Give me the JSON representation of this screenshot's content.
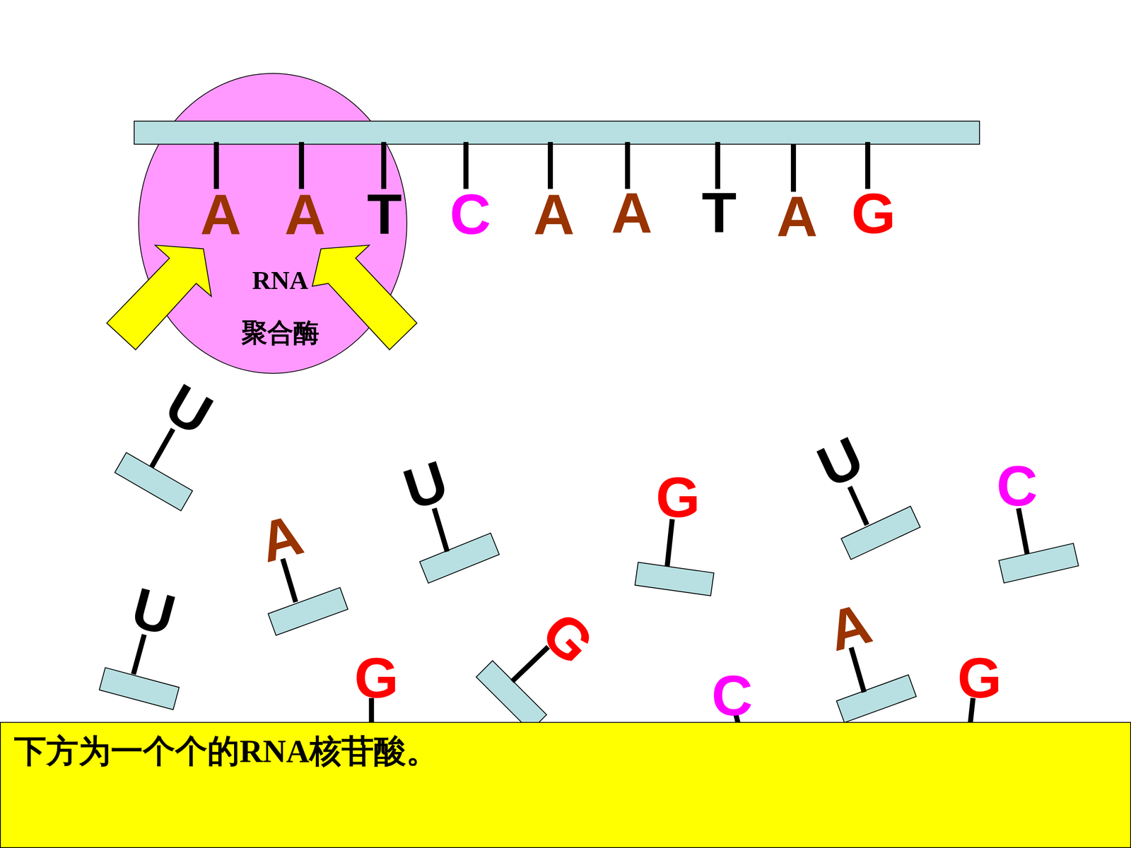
{
  "diagram": {
    "nodes": [
      {
        "text": [
          "RNA 聚合酶"
        ]
      },
      {
        "text": [
          "下方为一个个的RNA核苷酸。"
        ]
      }
    ],
    "labels": [
      "A",
      "A",
      "T",
      "C",
      "A",
      "A",
      "T",
      "A",
      "G",
      "U",
      "A",
      "U",
      "G",
      "U",
      "C",
      "U",
      "G",
      "G",
      "C",
      "A",
      "G"
    ]
  }
}
